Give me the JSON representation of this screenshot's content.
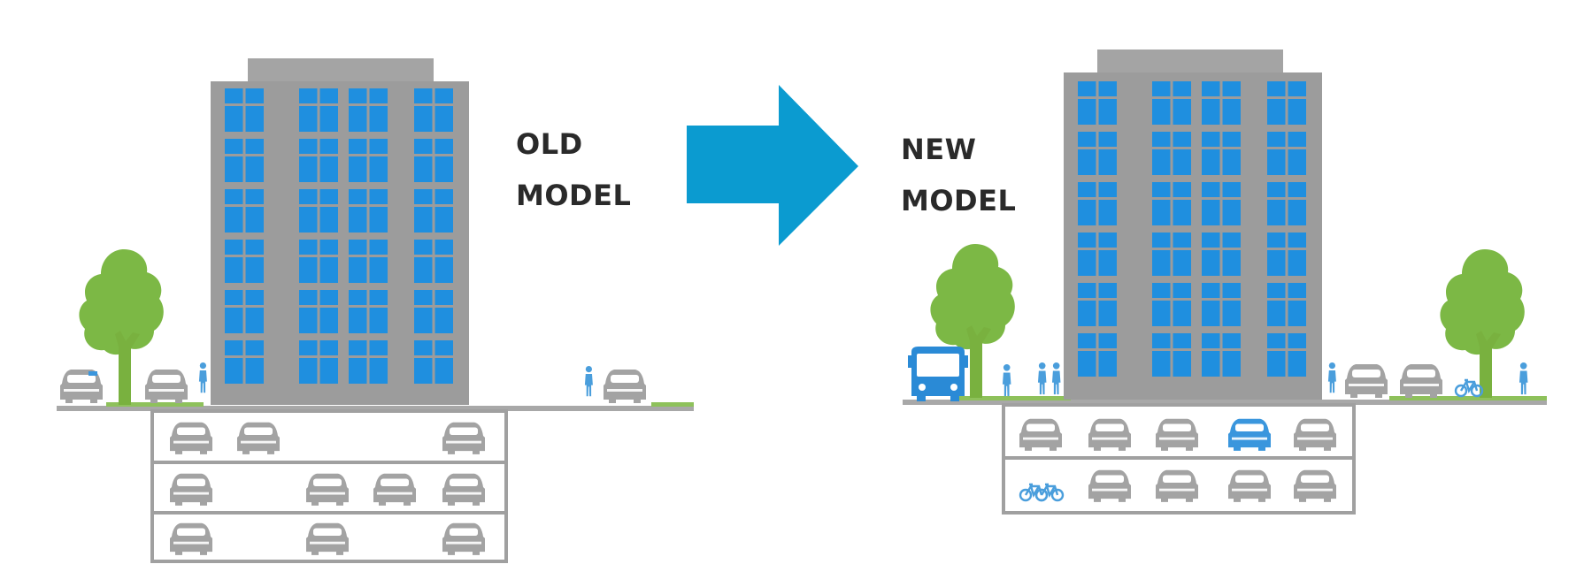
{
  "labels": {
    "old": [
      "OLD",
      "MODEL"
    ],
    "new": [
      "NEW",
      "MODEL"
    ]
  },
  "colors": {
    "building": "#9c9c9c",
    "building_top": "#a4a4a4",
    "window": "#1f8fdf",
    "window_pane": "#46a6ec",
    "tree": "#7cb845",
    "trunk": "#79b13f",
    "ground": "#8ec15b",
    "road": "#a8a8a8",
    "garage_line": "#a0a0a0",
    "car": "#a3a3a3",
    "car_highlight": "#3a96dd",
    "person": "#4a9edc",
    "bus": "#2a8ad6",
    "bike": "#4a9edc",
    "arrow": "#0b9bd0",
    "text": "#2a2a2a"
  },
  "icons": [
    "building-icon",
    "tree-icon",
    "car-icon",
    "person-icon",
    "bus-icon",
    "bicycle-icon",
    "arrow-icon"
  ]
}
